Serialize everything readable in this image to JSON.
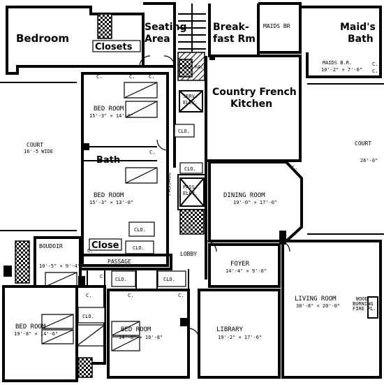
{
  "rooms": {
    "bedroom_top": {
      "label": "Bedroom"
    },
    "seating_area": {
      "line1": "Seating",
      "line2": "Area"
    },
    "breakfast_room": {
      "line1": "Break-",
      "line2": "fast Rm"
    },
    "maids_br": {
      "label": "MAIDS BR"
    },
    "maids_bath": {
      "line1": "Maid's",
      "line2": "Bath"
    },
    "maids_bath_small": {
      "label": "MAIDS B.R.",
      "dims": "10'-2\" × 7'-0\""
    },
    "closets": {
      "label": "Closets"
    },
    "court_left": {
      "label": "COURT",
      "dims": "16'-5 WIDE"
    },
    "court_right": {
      "label": "COURT",
      "dims": "26'-0\""
    },
    "bed_room_1": {
      "label": "BED ROOM",
      "dims": "15'-3\" × 14'-0\""
    },
    "country_kitchen": {
      "line1": "Country French",
      "line2": "Kitchen"
    },
    "service_elev": {
      "line1": "SERV.",
      "line2": "ELEV."
    },
    "bath": {
      "label": "Bath"
    },
    "bed_room_2": {
      "label": "BED ROOM",
      "dims": "15'-3\" × 13'-0\""
    },
    "passage_vertical": {
      "label": "PASSAGE"
    },
    "dining_room": {
      "label": "DINING ROOM",
      "dims": "19'-0\" × 17'-0\""
    },
    "pass_elev": {
      "line1": "PASS.",
      "line2": "ELEV."
    },
    "close": {
      "label": "Close"
    },
    "boudoir": {
      "label": "BOUDOIR",
      "dims": "10'-5\" × 9'-4\""
    },
    "passage_horizontal": {
      "label": "PASSAGE"
    },
    "lobby": {
      "label": "LOBBY"
    },
    "foyer": {
      "label": "FOYER",
      "dims": "14'-4\" × 9'-0\""
    },
    "living_room": {
      "label": "LIVING ROOM",
      "dims": "30'-8\" × 20'-0\""
    },
    "bed_room_3": {
      "label": "BED ROOM",
      "dims": "19'-8\" × 14'-6\""
    },
    "bed_room_4": {
      "label": "BED ROOM",
      "dims": "14'-8\" × 10'-8\""
    },
    "library": {
      "label": "LIBRARY",
      "dims": "19'-2\" × 17'-6\""
    },
    "wood_burning": {
      "line1": "WOOD",
      "line2": "BURNING",
      "line3": "FIRE PL."
    }
  },
  "closet_label": "C.",
  "clo_label": "CLO.",
  "dry_rack_label": "DRY RACK"
}
